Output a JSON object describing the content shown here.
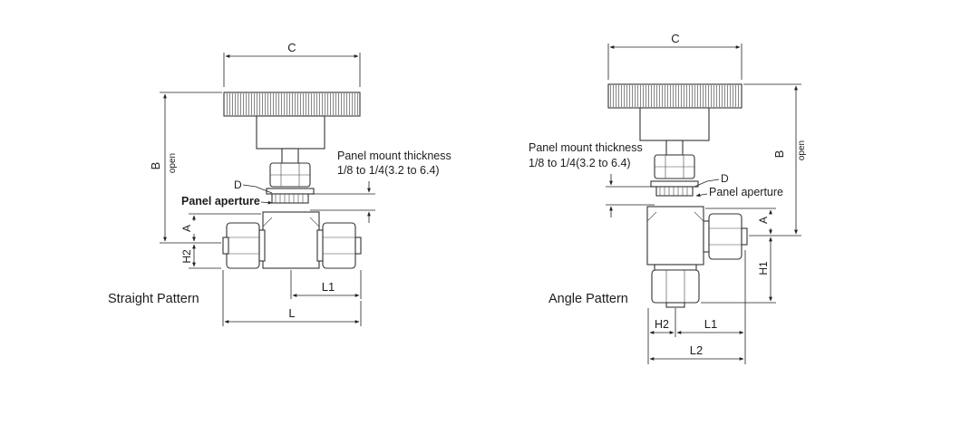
{
  "straight": {
    "caption": "Straight Pattern",
    "dim_c": "C",
    "dim_b": "B",
    "dim_open": "open",
    "dim_a": "A",
    "dim_h2": "H2",
    "dim_l1": "L1",
    "dim_l": "L",
    "dim_d": "D",
    "panel_aperture": "Panel aperture",
    "panel_mount_line1": "Panel mount thickness",
    "panel_mount_line2": "1/8 to 1/4(3.2 to 6.4)"
  },
  "angle": {
    "caption": "Angle Pattern",
    "dim_c": "C",
    "dim_b": "B",
    "dim_open": "open",
    "dim_a": "A",
    "dim_h1": "H1",
    "dim_h2": "H2",
    "dim_l1": "L1",
    "dim_l2": "L2",
    "dim_d": "D",
    "panel_aperture": "Panel aperture",
    "panel_mount_line1": "Panel mount thickness",
    "panel_mount_line2": "1/8 to 1/4(3.2 to 6.4)"
  },
  "colors": {
    "line": "#333333",
    "text": "#1d1d1d"
  }
}
